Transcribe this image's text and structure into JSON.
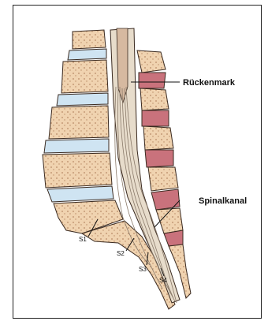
{
  "labels": {
    "rueckenmark": "Rückenmark",
    "spinalkanal": "Spinalkanal",
    "s1": "S1",
    "s2": "S2",
    "s3": "S3",
    "s4": "S4"
  },
  "colors": {
    "bone": "#f0d3b0",
    "bone_dots": "#b88a66",
    "disc": "#cfe4f2",
    "cord": "#e7dccb",
    "nerves": "#8a7a6a",
    "muscle": "#c9727c",
    "outline": "#3a2a20"
  }
}
